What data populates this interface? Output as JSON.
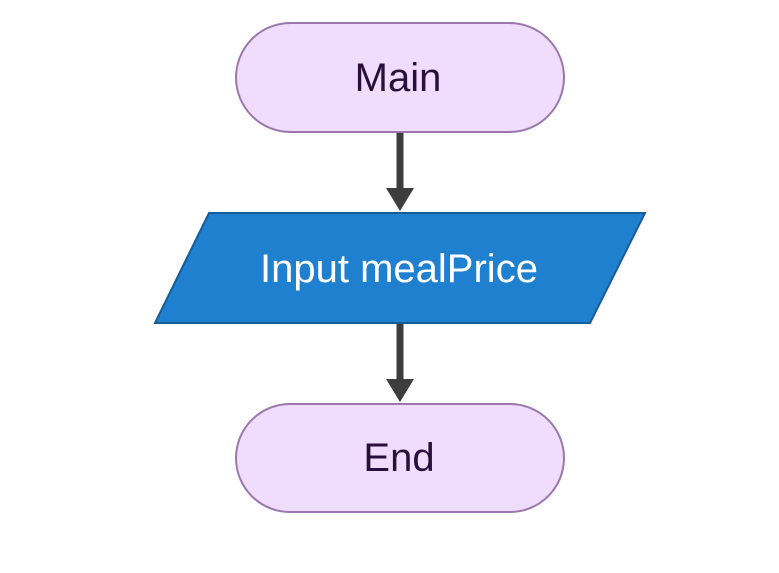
{
  "diagram": {
    "nodes": [
      {
        "id": "start",
        "shape": "terminal",
        "label": "Main"
      },
      {
        "id": "input",
        "shape": "input-output",
        "label": "Input mealPrice"
      },
      {
        "id": "end",
        "shape": "terminal",
        "label": "End"
      }
    ],
    "edges": [
      {
        "from": "start",
        "to": "input"
      },
      {
        "from": "input",
        "to": "end"
      }
    ],
    "colors": {
      "terminal_fill": "#f0dcfc",
      "terminal_stroke": "#9a78ad",
      "terminal_text": "#2a0f3a",
      "io_fill": "#1f80d0",
      "io_stroke": "#165c96",
      "io_text": "#ffffff",
      "arrow": "#3d3d3d"
    }
  }
}
